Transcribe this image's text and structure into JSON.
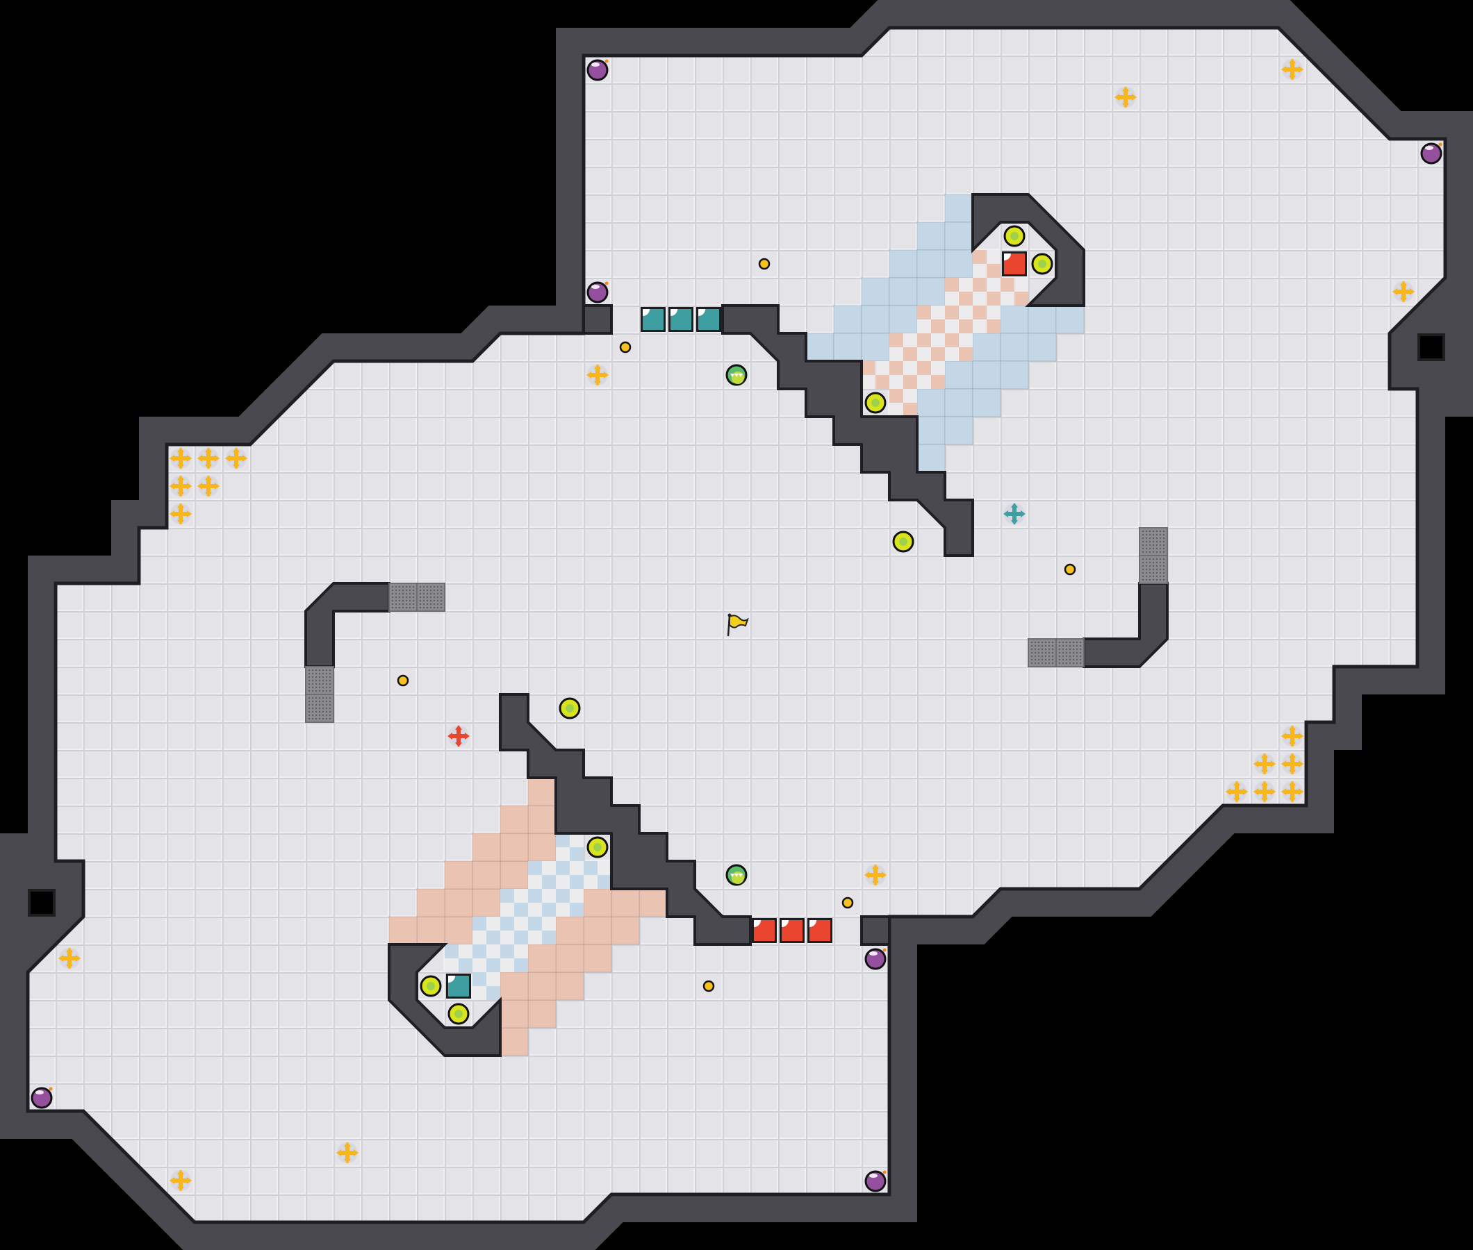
{
  "colors": {
    "background": "#000000",
    "floor": "#e3e3e8",
    "wall": "#4a4950",
    "wall_edge": "#1f1f23",
    "blue_zone": "#c3d7e6",
    "red_zone": "#ebc3b3",
    "checker_light": "#ececef",
    "boost": "#f7b51e",
    "red_accent": "#e9452f",
    "teal_accent": "#3f9fa0",
    "bomb": "#94509c",
    "ball_yellow": "#dbe31c",
    "ball_green": "#5cbc6b",
    "gray_tile": "#8c8c90",
    "flag_yellow": "#f2cf1f"
  },
  "legend": {
    "icons": [
      "bomb-icon",
      "boost-icon",
      "red-team-boost-icon",
      "teal-team-boost-icon",
      "yellow-dot-icon",
      "yellow-green-ball-icon",
      "green-powerup-icon",
      "red-flag-icon",
      "teal-flag-icon",
      "neutral-flag-icon",
      "red-gate",
      "teal-gate",
      "gray-tile"
    ]
  }
}
